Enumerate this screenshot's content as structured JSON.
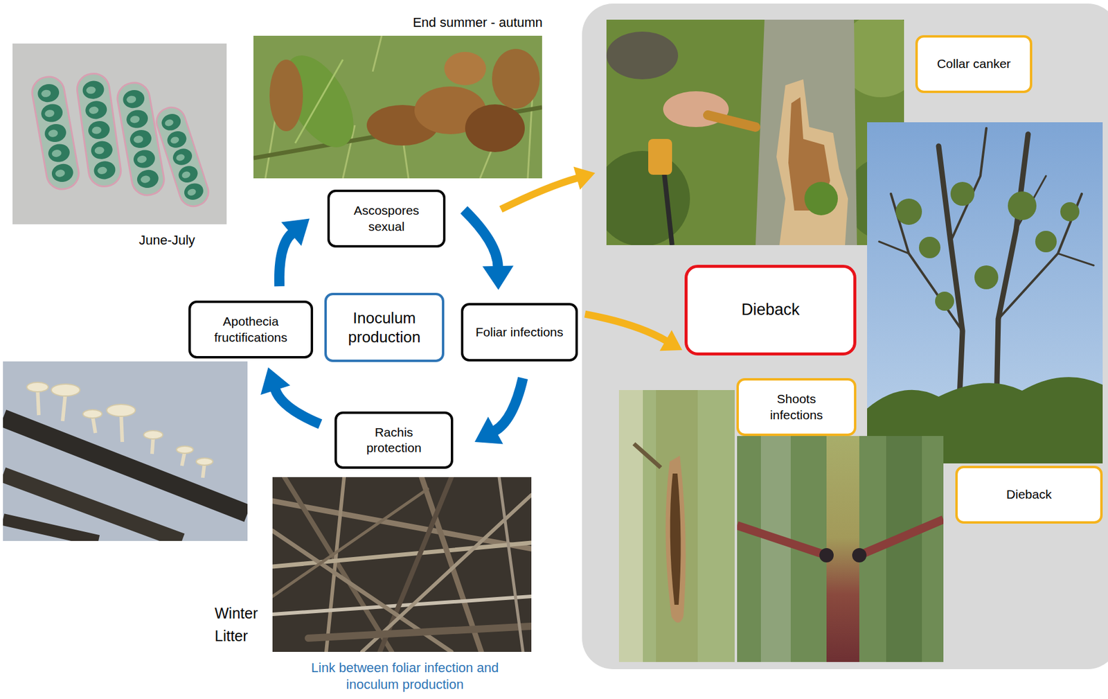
{
  "diagram": {
    "nodes": [
      {
        "text": [
          "Ascospores sexual"
        ]
      },
      {
        "text": [
          "Apothecia fructifications"
        ]
      },
      {
        "text": [
          "Inoculum production"
        ]
      },
      {
        "text": [
          "Foliar infections"
        ]
      },
      {
        "text": [
          "Rachis protection"
        ]
      },
      {
        "text": [
          "Collar canker"
        ]
      },
      {
        "text": [
          "Dieback"
        ]
      },
      {
        "text": [
          "Shoots infections"
        ]
      },
      {
        "text": [
          "Dieback"
        ]
      }
    ],
    "edges": [
      {
        "from": 0,
        "to": 3,
        "arrow": "to"
      },
      {
        "from": 3,
        "to": 4,
        "arrow": "to"
      },
      {
        "from": 4,
        "to": 1,
        "arrow": "to"
      },
      {
        "from": 1,
        "to": 0,
        "arrow": "to"
      },
      {
        "from": 0,
        "to": 5,
        "arrow": "to"
      },
      {
        "from": 3,
        "to": 6,
        "arrow": "to"
      }
    ],
    "labels": [
      "End summer - autumn",
      "June-July",
      "Winter Litter",
      "Link between foliar infection and inoculum production"
    ]
  }
}
